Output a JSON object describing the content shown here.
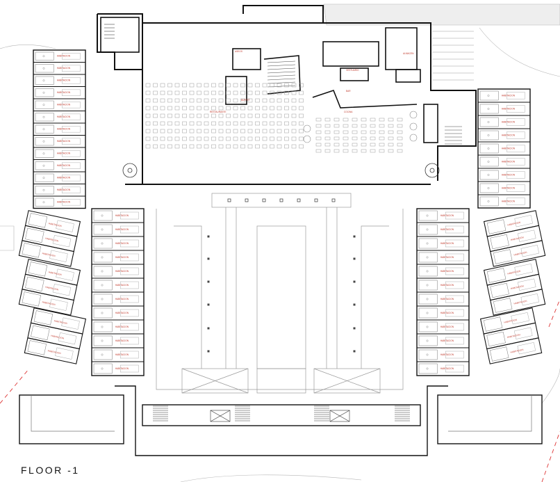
{
  "drawing": {
    "floor_label": "FLOOR -1",
    "colors": {
      "wall": "#111111",
      "line": "#8a8a8a",
      "light": "#c9c9c9",
      "label": "#c0392b",
      "site": "#e6e6e6"
    }
  },
  "labels": [
    {
      "id": "restaurante",
      "text": "RESTAURANTE"
    },
    {
      "id": "cocina",
      "text": "COCINA"
    },
    {
      "id": "buffet",
      "text": "BUFFET"
    },
    {
      "id": "bar",
      "text": "BAR"
    },
    {
      "id": "almacen",
      "text": "ALMACEN"
    },
    {
      "id": "habitacion",
      "text": "HABITACION"
    },
    {
      "id": "vestuario",
      "text": "VESTUARIO"
    },
    {
      "id": "aseos",
      "text": "ASEOS"
    }
  ]
}
